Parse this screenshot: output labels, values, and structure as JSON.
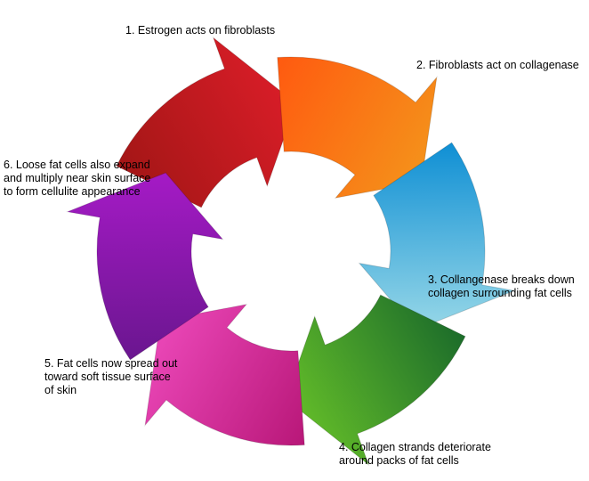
{
  "diagram": {
    "type": "cycle",
    "steps": [
      {
        "label": "1. Estrogen acts on fibroblasts",
        "color_light": "#a31616",
        "color_dark": "#e01e2a"
      },
      {
        "label": "2. Fibroblasts act on collagenase",
        "color_light": "#ff5a10",
        "color_dark": "#f39a1c"
      },
      {
        "label": "3. Collangenase breaks down\ncollagen surrounding fat cells",
        "color_light": "#0f8fd4",
        "color_dark": "#a9e1ea"
      },
      {
        "label": "4. Collagen strands deteriorate\naround packs of fat cells",
        "color_light": "#1c6c2a",
        "color_dark": "#6cc729"
      },
      {
        "label": "5. Fat cells now spread out\ntoward soft tissue surface\nof skin",
        "color_light": "#b81778",
        "color_dark": "#f24ec1"
      },
      {
        "label": "6. Loose fat cells also expand\nand multiply near skin surface\nto form cellulite appearance",
        "color_light": "#6a168f",
        "color_dark": "#ad1bcd"
      }
    ]
  }
}
